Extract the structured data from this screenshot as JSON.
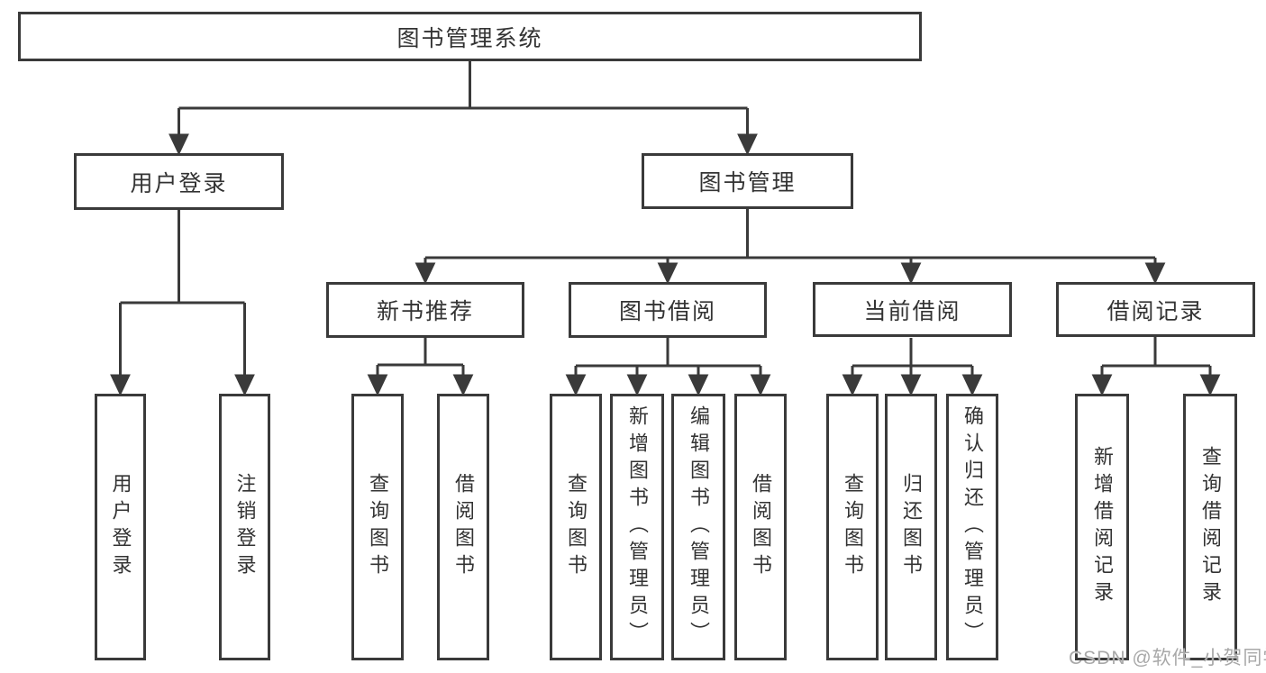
{
  "root": {
    "label": "图书管理系统"
  },
  "branches": [
    {
      "label": "用户登录",
      "leaves": [
        {
          "label": "用户登录"
        },
        {
          "label": "注销登录"
        }
      ]
    },
    {
      "label": "图书管理",
      "groups": [
        {
          "label": "新书推荐",
          "leaves": [
            {
              "label": "查询图书"
            },
            {
              "label": "借阅图书"
            }
          ]
        },
        {
          "label": "图书借阅",
          "leaves": [
            {
              "label": "查询图书"
            },
            {
              "label": "新增图书（管理员）"
            },
            {
              "label": "编辑图书（管理员）"
            },
            {
              "label": "借阅图书"
            }
          ]
        },
        {
          "label": "当前借阅",
          "leaves": [
            {
              "label": "查询图书"
            },
            {
              "label": "归还图书"
            },
            {
              "label": "确认归还（管理员）"
            }
          ]
        },
        {
          "label": "借阅记录",
          "leaves": [
            {
              "label": "新增借阅记录"
            },
            {
              "label": "查询借阅记录"
            }
          ]
        }
      ]
    }
  ],
  "watermark": {
    "text": "CSDN @软件_小贺同学"
  },
  "colors": {
    "line": "#3a3a3a",
    "box_border": "#3a3a3a",
    "text": "#333333",
    "watermark": "#a8a8a8",
    "background": "#ffffff"
  }
}
